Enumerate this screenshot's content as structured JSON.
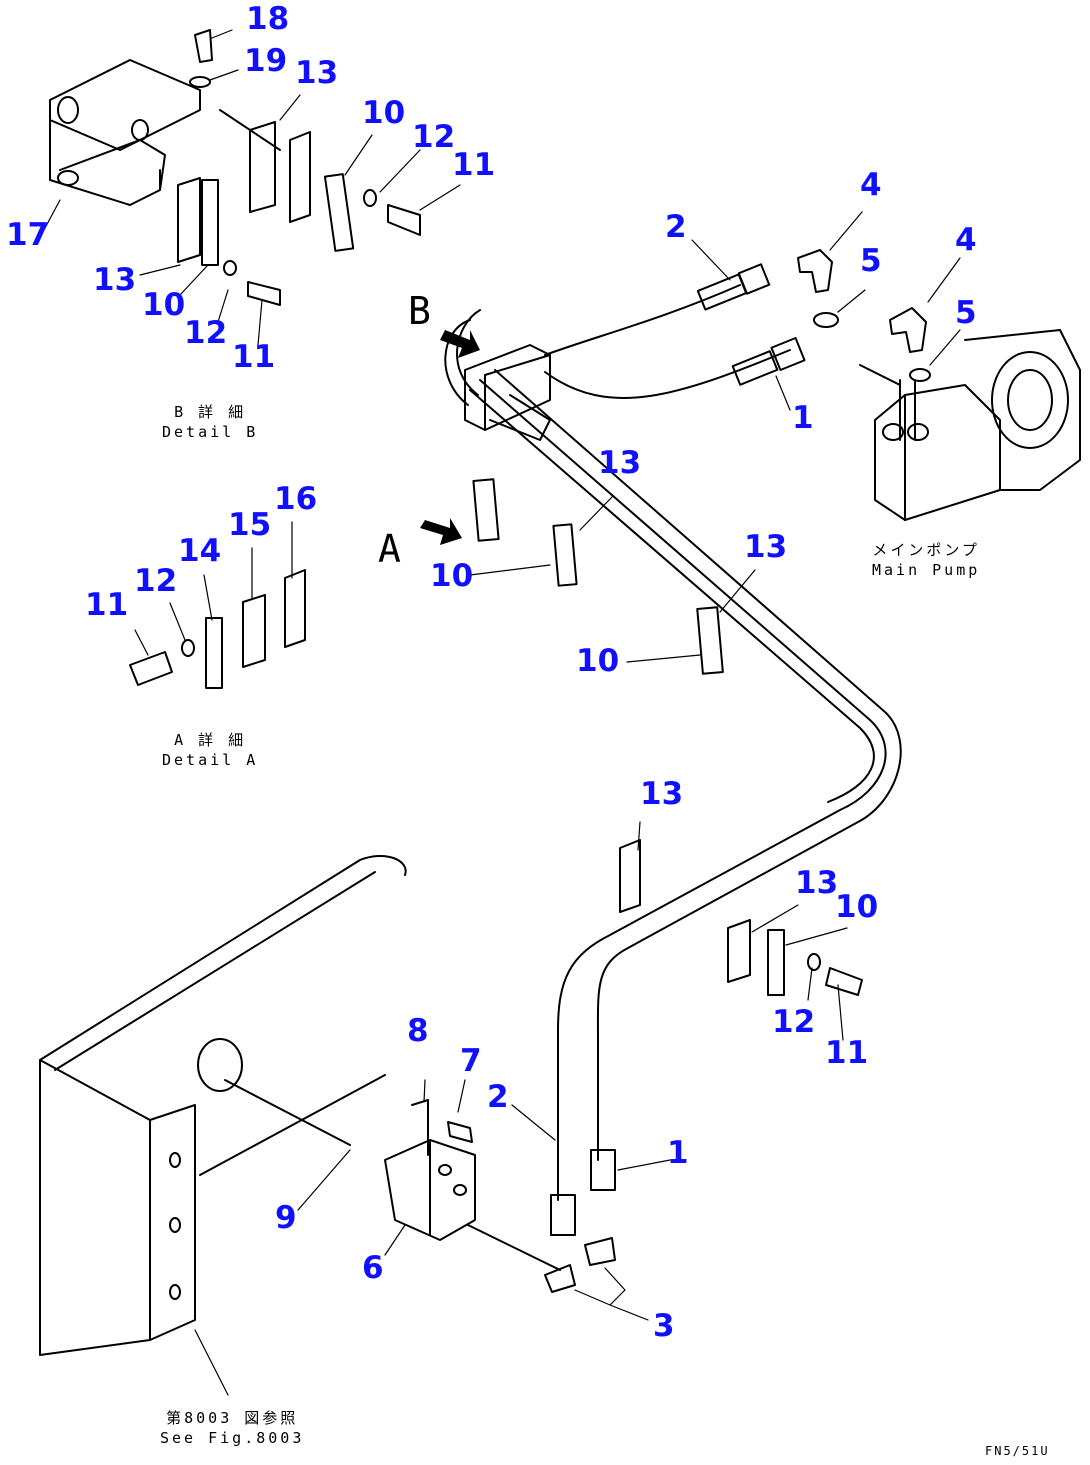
{
  "diagram": {
    "part_numbers": [
      "18",
      "19",
      "13",
      "10",
      "12",
      "11",
      "17",
      "13",
      "10",
      "12",
      "11",
      "2",
      "4",
      "5",
      "4",
      "5",
      "1",
      "13",
      "13",
      "10",
      "10",
      "11",
      "12",
      "14",
      "15",
      "16",
      "13",
      "13",
      "10",
      "12",
      "11",
      "8",
      "7",
      "2",
      "1",
      "9",
      "6",
      "3"
    ],
    "view_letters": {
      "b": "B",
      "a": "A"
    },
    "captions": {
      "detail_b_jp": "B 詳 細",
      "detail_b_en": "Detail B",
      "detail_a_jp": "A 詳 細",
      "detail_a_en": "Detail A",
      "pump_jp": "メインポンプ",
      "pump_en": "Main Pump",
      "ref_jp": "第8003 図参照",
      "ref_en": "See Fig.8003"
    },
    "drawing_code": "FN5/51U",
    "colors": {
      "callout": "#1010ff",
      "line": "#000000",
      "background": "#ffffff"
    }
  }
}
